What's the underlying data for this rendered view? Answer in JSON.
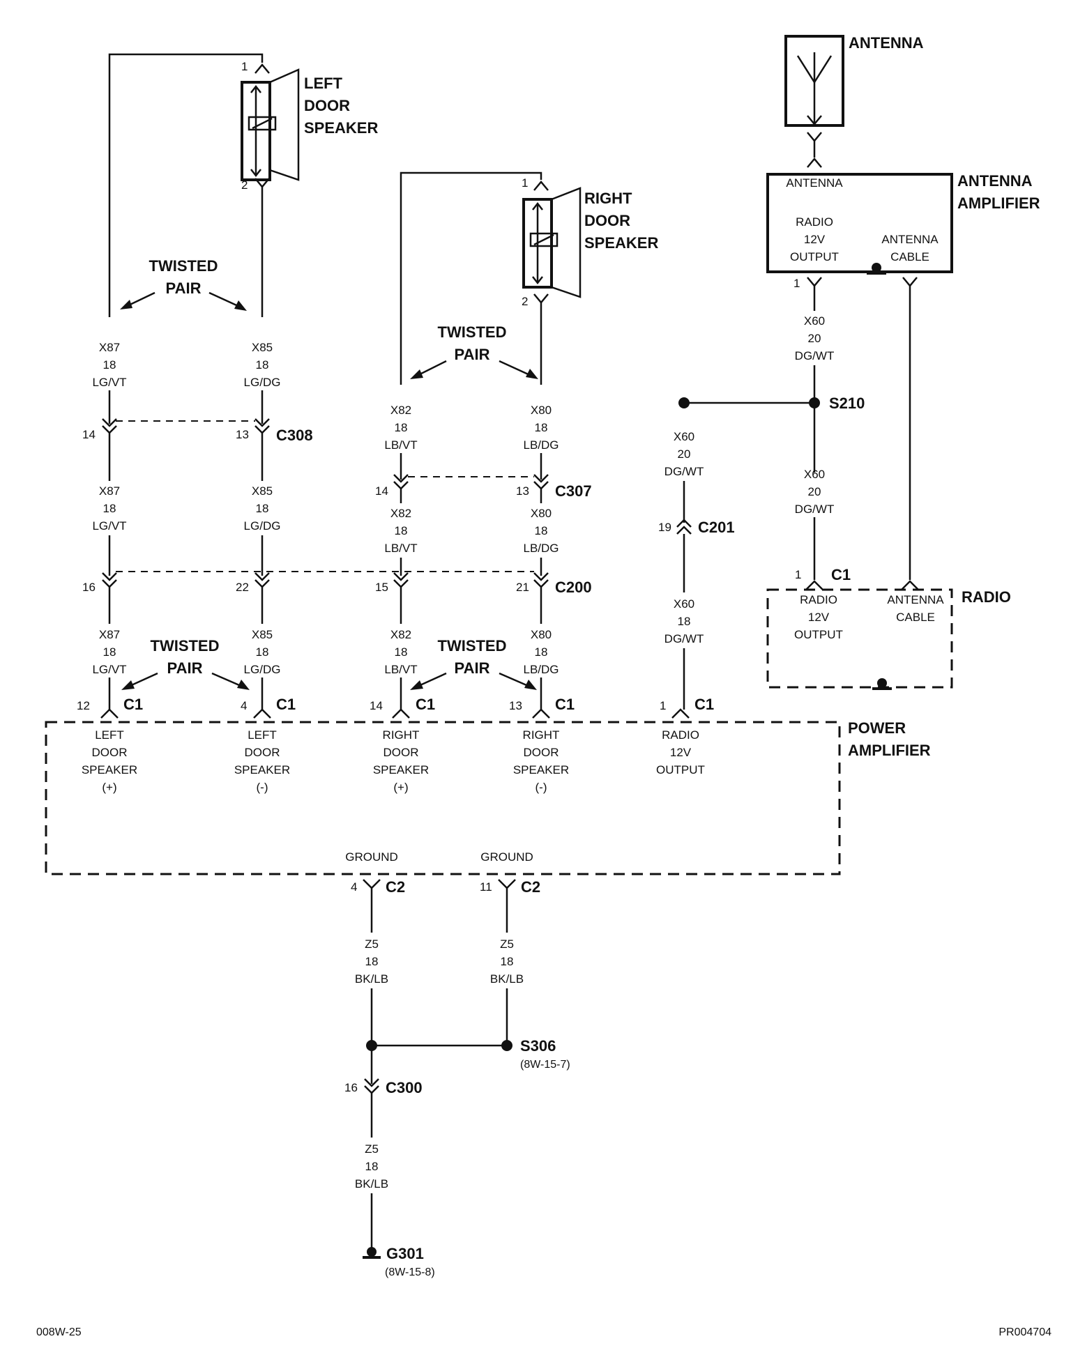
{
  "components": {
    "left_speaker": [
      "LEFT",
      "DOOR",
      "SPEAKER"
    ],
    "right_speaker": [
      "RIGHT",
      "DOOR",
      "SPEAKER"
    ],
    "antenna": "ANTENNA",
    "antenna_amp": [
      "ANTENNA",
      "AMPLIFIER"
    ],
    "radio": "RADIO",
    "power_amp": [
      "POWER",
      "AMPLIFIER"
    ]
  },
  "twisted_pair": [
    "TWISTED",
    "PAIR"
  ],
  "antenna_amp_inner": {
    "antenna": "ANTENNA",
    "radio_out": [
      "RADIO",
      "12V",
      "OUTPUT"
    ],
    "cable": [
      "ANTENNA",
      "CABLE"
    ]
  },
  "radio_inner": {
    "radio_out": [
      "RADIO",
      "12V",
      "OUTPUT"
    ],
    "cable": [
      "ANTENNA",
      "CABLE"
    ]
  },
  "power_amp_inner": {
    "left_pos": [
      "LEFT",
      "DOOR",
      "SPEAKER",
      "(+)"
    ],
    "left_neg": [
      "LEFT",
      "DOOR",
      "SPEAKER",
      "(-)"
    ],
    "right_pos": [
      "RIGHT",
      "DOOR",
      "SPEAKER",
      "(+)"
    ],
    "right_neg": [
      "RIGHT",
      "DOOR",
      "SPEAKER",
      "(-)"
    ],
    "radio_out": [
      "RADIO",
      "12V",
      "OUTPUT"
    ],
    "ground": "GROUND"
  },
  "wires": {
    "x87": [
      "X87",
      "18",
      "LG/VT"
    ],
    "x85": [
      "X85",
      "18",
      "LG/DG"
    ],
    "x82": [
      "X82",
      "18",
      "LB/VT"
    ],
    "x80": [
      "X80",
      "18",
      "LB/DG"
    ],
    "x60_20": [
      "X60",
      "20",
      "DG/WT"
    ],
    "x60_18": [
      "X60",
      "18",
      "DG/WT"
    ],
    "z5": [
      "Z5",
      "18",
      "BK/LB"
    ]
  },
  "connectors": {
    "c308": "C308",
    "c307": "C307",
    "c200": "C200",
    "c201": "C201",
    "c1": "C1",
    "c2": "C2",
    "c300": "C300",
    "s210": "S210",
    "s306": "S306",
    "s306_ref": "(8W-15-7)",
    "g301": "G301",
    "g301_ref": "(8W-15-8)"
  },
  "pins": {
    "p1": "1",
    "p2": "2",
    "p4": "4",
    "p11": "11",
    "p12": "12",
    "p13": "13",
    "p14": "14",
    "p15": "15",
    "p16": "16",
    "p19": "19",
    "p21": "21",
    "p22": "22"
  },
  "footer": {
    "left": "008W-25",
    "right": "PR004704"
  }
}
